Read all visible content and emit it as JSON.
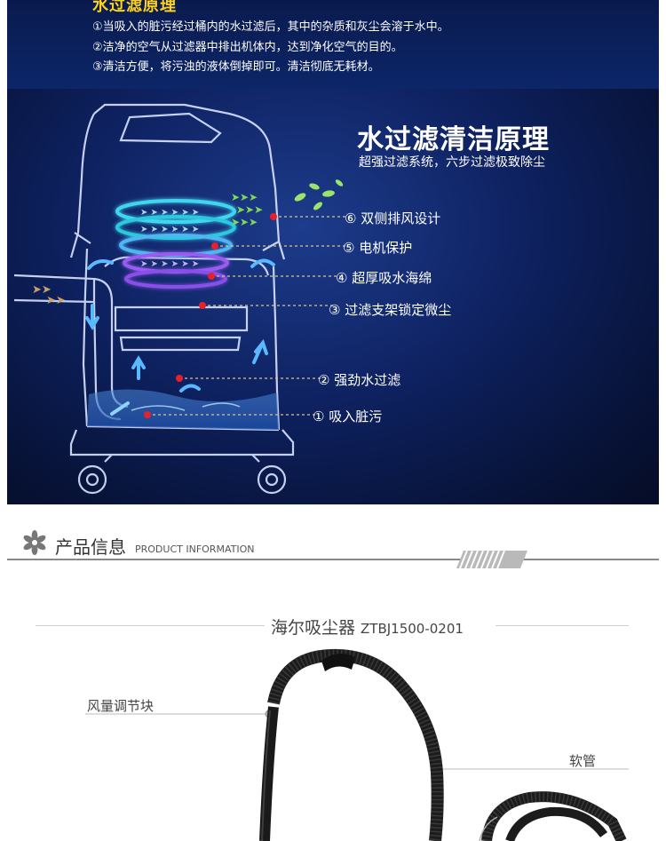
{
  "banner": {
    "top_title": "水过滤原理",
    "top_lines": [
      "①当吸入的脏污经过桶内的水过滤后，其中的杂质和灰尘会溶于水中。",
      "②洁净的空气从过滤器中排出机体内，达到净化空气的目的。",
      "③清洁方便，将污浊的液体倒掉即可。清洁彻底无耗材。"
    ],
    "main_title": "水过滤清洁原理",
    "main_subtitle": "超强过滤系统，六步过滤极致除尘",
    "callouts": [
      "⑥ 双侧排风设计",
      "⑤ 电机保护",
      "④ 超厚吸水海绵",
      "③ 过滤支架锁定微尘",
      "② 强劲水过滤",
      "① 吸入脏污"
    ]
  },
  "product_info": {
    "title": "产品信息",
    "subtitle": "PRODUCT INFORMATION"
  },
  "product": {
    "name": "海尔吸尘器",
    "model": "ZTBJ1500-0201",
    "labels": {
      "airflow": "风量调节块",
      "hose": "软管"
    }
  },
  "colors": {
    "accent_yellow": "#ffd21a",
    "glow_cyan": "#3fd6f0",
    "glow_purple": "#9a5cf0",
    "callout_dot": "#e8202a",
    "leaf_green": "#7ed957"
  }
}
